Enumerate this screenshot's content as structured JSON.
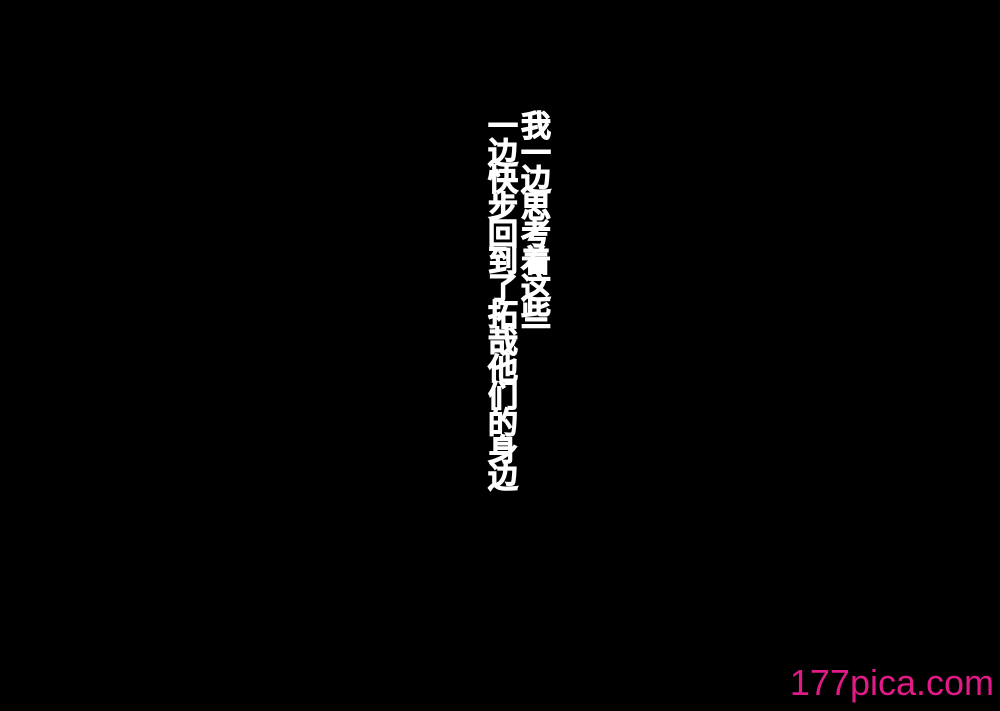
{
  "narration": {
    "line1": "我一边思考着这些",
    "line2": "一边快步回到了拓哉他们的身边"
  },
  "watermark": {
    "text": "177pica.com",
    "color": "#e01a86"
  },
  "colors": {
    "background": "#000000",
    "text": "#ffffff"
  }
}
